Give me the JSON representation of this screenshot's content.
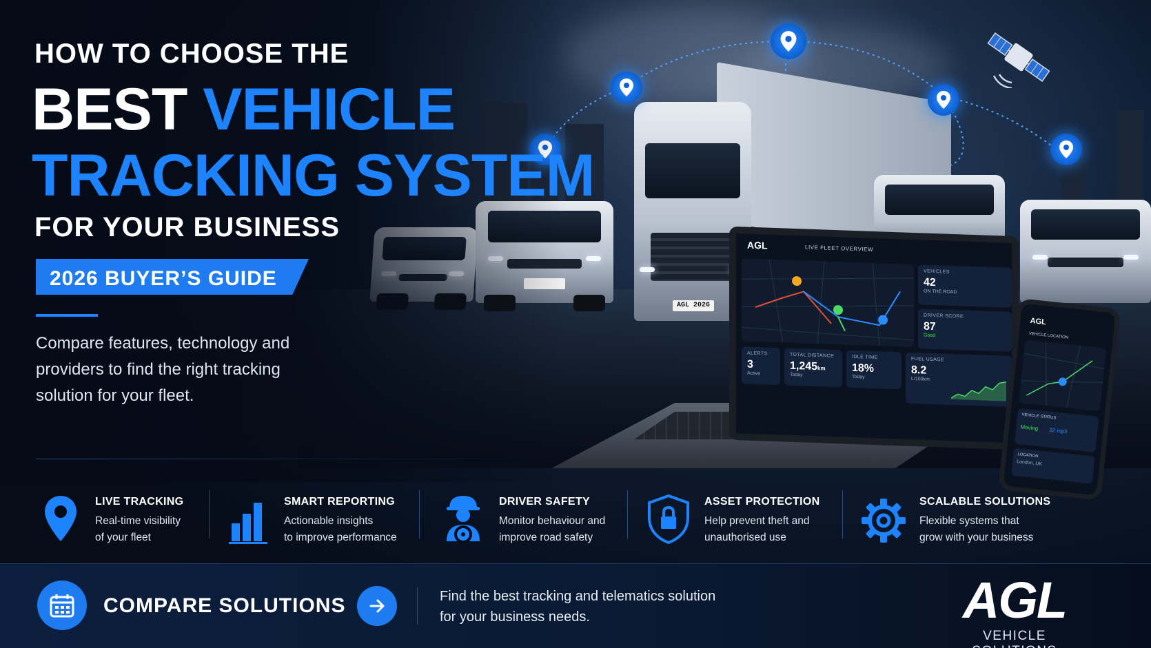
{
  "heading": {
    "line1": "HOW TO CHOOSE THE",
    "line2_white": "BEST",
    "line2_blue": "VEHICLE",
    "line3": "TRACKING SYSTEM",
    "line4": "FOR YOUR BUSINESS"
  },
  "tag": "2026 BUYER’S GUIDE",
  "description": "Compare features, technology and providers to find the right tracking solution for your fleet.",
  "truck_plate": "AGL 2026",
  "dashboard": {
    "logo": "AGL",
    "title": "LIVE FLEET OVERVIEW",
    "vehicles": {
      "label": "VEHICLES",
      "value": "42",
      "sub": "ON THE ROAD"
    },
    "driver_score": {
      "label": "DRIVER SCORE",
      "value": "87",
      "sub": "Good"
    },
    "alerts": {
      "label": "ALERTS",
      "value": "3",
      "sub": "Active"
    },
    "total_distance": {
      "label": "TOTAL DISTANCE",
      "value": "1,245",
      "unit": "km",
      "sub": "Today"
    },
    "idle_time": {
      "label": "IDLE TIME",
      "value": "18%",
      "sub": "Today"
    },
    "fuel_usage": {
      "label": "FUEL USAGE",
      "value": "8.2",
      "sub": "L/100km"
    }
  },
  "phone": {
    "logo": "AGL",
    "title": "VEHICLE LOCATION",
    "status_label": "VEHICLE STATUS",
    "status_value": "Moving",
    "speed": "32 mph",
    "location_label": "LOCATION",
    "location_value": "London, UK"
  },
  "features": [
    {
      "icon": "map-pin-icon",
      "title": "LIVE TRACKING",
      "line1": "Real-time visibility",
      "line2": "of your fleet"
    },
    {
      "icon": "bar-chart-icon",
      "title": "SMART REPORTING",
      "line1": "Actionable insights",
      "line2": "to improve performance"
    },
    {
      "icon": "driver-icon",
      "title": "DRIVER SAFETY",
      "line1": "Monitor behaviour and",
      "line2": "improve road safety"
    },
    {
      "icon": "shield-lock-icon",
      "title": "ASSET PROTECTION",
      "line1": "Help prevent theft and",
      "line2": "unauthorised use"
    },
    {
      "icon": "gear-icon",
      "title": "SCALABLE SOLUTIONS",
      "line1": "Flexible systems that",
      "line2": "grow with your business"
    }
  ],
  "cta": {
    "label": "COMPARE SOLUTIONS",
    "desc_line1": "Find the best tracking and telematics solution",
    "desc_line2": "for your business needs."
  },
  "brand": {
    "logo": "AGL",
    "subtitle": "VEHICLE SOLUTIONS"
  },
  "colors": {
    "accent": "#1e83ff",
    "tag_bg": "#1f7cf0",
    "background": "#050b17",
    "good": "#4cd964"
  }
}
